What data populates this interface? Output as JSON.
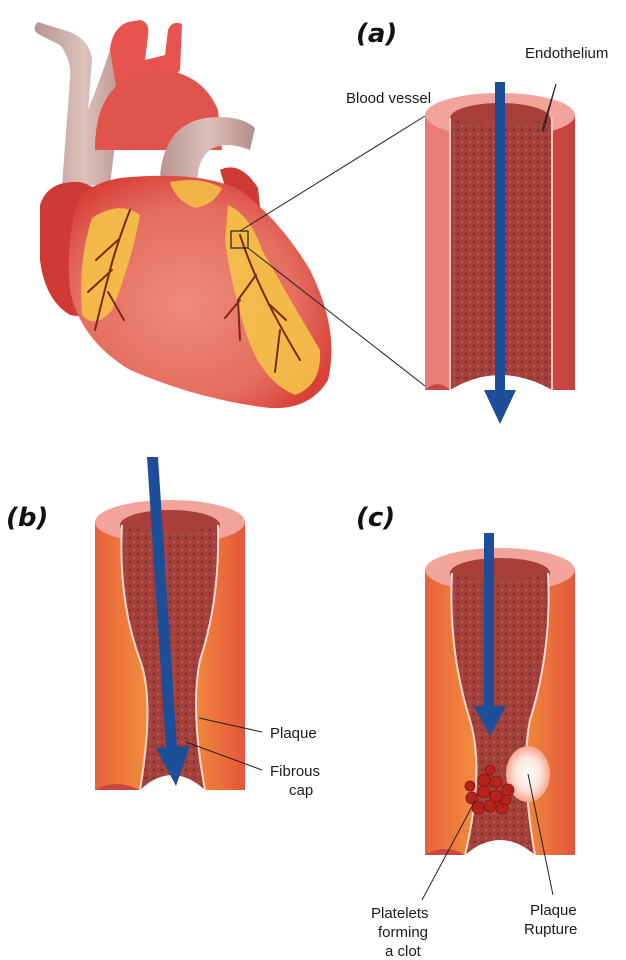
{
  "panels": {
    "a": {
      "label": "(a)",
      "callouts": {
        "endothelium": "Endothelium",
        "blood_vessel": "Blood vessel"
      }
    },
    "b": {
      "label": "(b)",
      "callouts": {
        "plaque": "Plaque",
        "fibrous_cap_line1": "Fibrous",
        "fibrous_cap_line2": "cap"
      }
    },
    "c": {
      "label": "(c)",
      "callouts": {
        "platelets_line1": "Platelets",
        "platelets_line2": "forming",
        "platelets_line3": "a clot",
        "rupture_line1": "Plaque",
        "rupture_line2": "Rupture"
      }
    }
  },
  "colors": {
    "flow_arrow": "#1d4e9a",
    "vessel_wall": "#e9625f",
    "lumen": "#a63b37",
    "plaque": "#f0a047",
    "fat": "#f4c248",
    "heart_red": "#d9413a",
    "aorta": "#c9aaa5"
  }
}
